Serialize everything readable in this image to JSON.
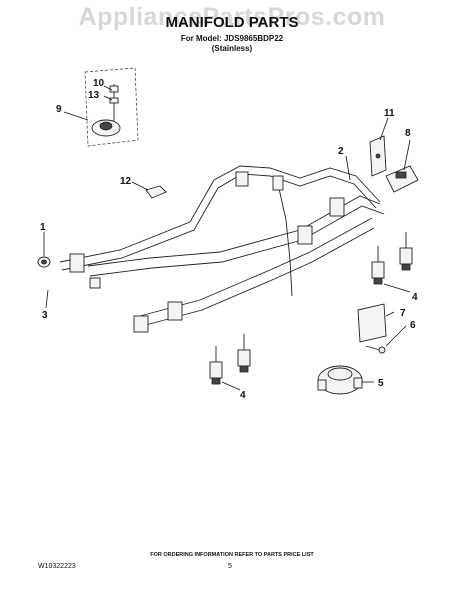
{
  "header": {
    "watermark": "AppliancePartsPros.com",
    "title": "MANIFOLD PARTS",
    "model_line": "For Model: JDS9865BDP22",
    "finish_line": "(Stainless)"
  },
  "callouts": [
    "1",
    "2",
    "3",
    "4",
    "4",
    "5",
    "6",
    "7",
    "8",
    "9",
    "10",
    "11",
    "12",
    "13"
  ],
  "footer": {
    "note": "FOR ORDERING INFORMATION REFER TO PARTS PRICE LIST",
    "doc_id": "W10322223",
    "page_number": "5"
  }
}
